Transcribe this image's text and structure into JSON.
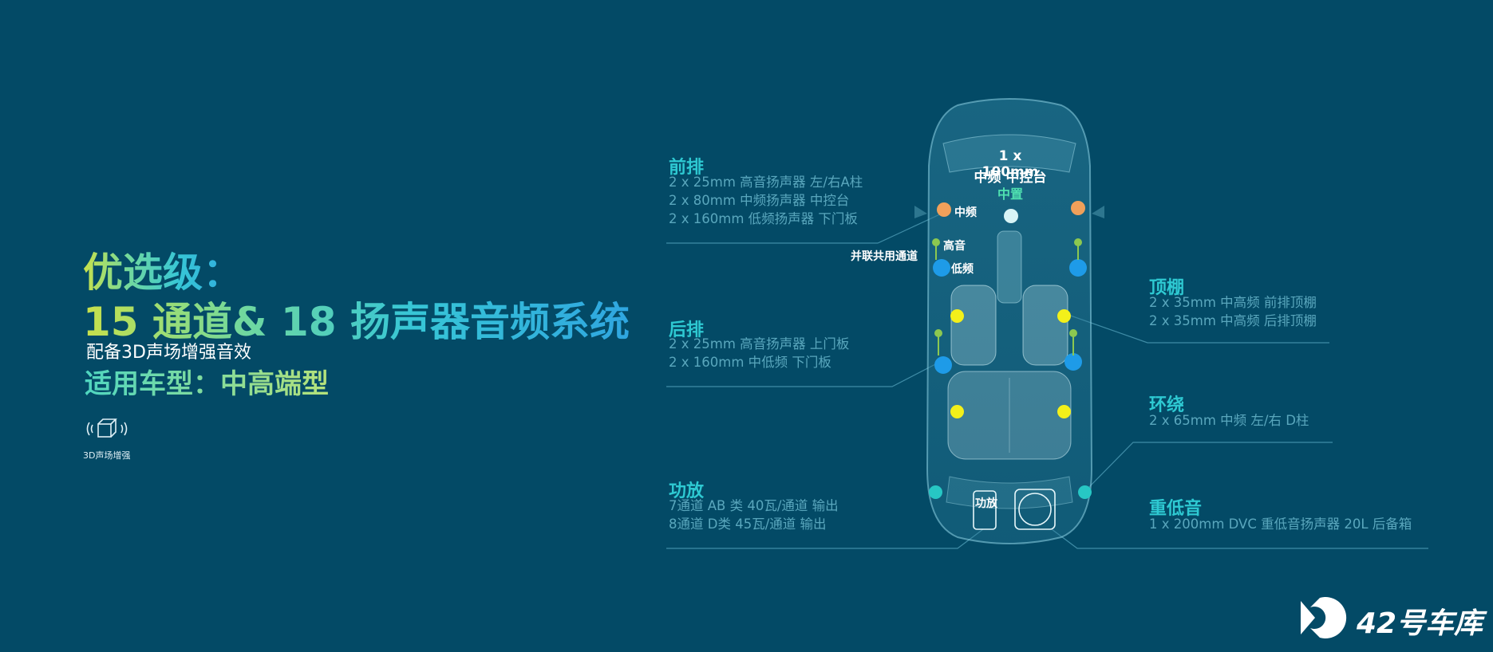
{
  "headline": {
    "line1": "优选级：",
    "line2": "15 通道& 18 扬声器音频系统",
    "line3": "配备3D声场增强音效",
    "line4": "适用车型：中高端型",
    "badge_label": "3D声场增强"
  },
  "sections": {
    "front": {
      "title": "前排",
      "lines": [
        "2 x 25mm 高音扬声器 左/右A柱",
        "2 x 80mm 中频扬声器 中控台",
        "2 x 160mm 低频扬声器 下门板"
      ]
    },
    "rear": {
      "title": "后排",
      "lines": [
        "2 x 25mm 高音扬声器 上门板",
        "2 x 160mm 中低频 下门板"
      ]
    },
    "amp": {
      "title": "功放",
      "lines": [
        "7通道 AB 类  40瓦/通道 输出",
        "8通道 D类  45瓦/通道 输出"
      ]
    },
    "roof": {
      "title": "顶棚",
      "lines": [
        "2 x 35mm 中高频 前排顶棚",
        "2 x 35mm 中高频 后排顶棚"
      ]
    },
    "surround": {
      "title": "环绕",
      "lines": [
        "2 x 65mm 中频 左/右 D柱"
      ]
    },
    "sub": {
      "title": "重低音",
      "lines": [
        "1 x 200mm DVC 重低音扬声器 20L 后备箱"
      ]
    }
  },
  "car_labels": {
    "center_line1": "1 x 100mm",
    "center_line2": "中频 中控台",
    "center_line3": "中置",
    "mid": "中频",
    "tweeter": "高音",
    "woofer": "低频",
    "parallel": "并联共用通道",
    "amp_box": "功放"
  },
  "logo": {
    "text": "42号车库"
  },
  "colors": {
    "background": "#034a66",
    "accent_teal": "#2ec9d2",
    "orange_speaker": "#f0a05a",
    "blue_speaker": "#1e9be8",
    "yellow_speaker": "#f3f01a",
    "green_tweeter": "#8cc850",
    "cyan_surround": "#27c7c4",
    "center_speaker": "#d8f4f6"
  }
}
